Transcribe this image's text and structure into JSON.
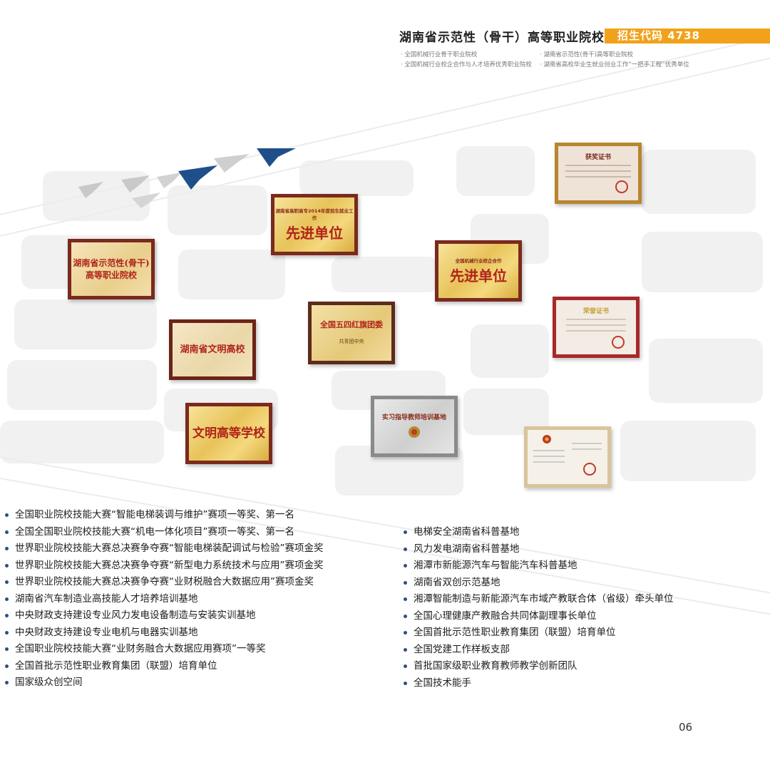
{
  "header": {
    "title": "湖南省示范性（骨干）高等职业院校",
    "enroll_code": "招生代码 4738",
    "subtitles": [
      "· 全国机械行业骨干职业院校",
      "· 湖南省示范性(骨干)高等职业院校",
      "· 全国机械行业校企合作与人才培养优秀职业院校",
      "· 湖南省高校毕业生就业创业工作“一把手工程”优秀单位"
    ]
  },
  "honors": {
    "plaque_model_school": "湖南省示范性(骨干)\n高等职业院校",
    "plaque_advanced_2014_top": "湖南省高职高专2014年度招生就业工作",
    "plaque_advanced_2014": "先进单位",
    "plaque_advanced_xiangtan_top": "全国机械行业校企合作",
    "plaque_advanced_xiangtan": "先进单位",
    "plaque_civilized_univ": "湖南省文明高校",
    "plaque_may_fourth": "全国五四红旗团委",
    "plaque_may_fourth_sub": "共青团中央",
    "plaque_civilized_college": "文明高等学校",
    "plaque_training_base": "实习指导教师培训基地",
    "cert_award": "获奖证书",
    "cert_honor": "荣誉证书"
  },
  "achievements_left": [
    "全国职业院校技能大赛“智能电梯装调与维护”赛项一等奖、第一名",
    "全国全国职业院校技能大赛“机电一体化项目”赛项一等奖、第一名",
    "世界职业院校技能大赛总决赛争夺赛“智能电梯装配调试与检验”赛项金奖",
    "世界职业院校技能大赛总决赛争夺赛“新型电力系统技术与应用”赛项金奖",
    "世界职业院校技能大赛总决赛争夺赛“业财税融合大数据应用”赛项金奖",
    "湖南省汽车制造业高技能人才培养培训基地",
    "中央财政支持建设专业风力发电设备制造与安装实训基地",
    "中央财政支持建设专业电机与电器实训基地",
    "全国职业院校技能大赛“业财务融合大数据应用赛项”一等奖",
    "全国首批示范性职业教育集团（联盟）培育单位",
    "国家级众创空间"
  ],
  "achievements_right": [
    "电梯安全湖南省科普基地",
    "风力发电湖南省科普基地",
    "湘潭市新能源汽车与智能汽车科普基地",
    "湖南省双创示范基地",
    "湘潭智能制造与新能源汽车市域产教联合体（省级）牵头单位",
    "全国心理健康产教融合共同体副理事长单位",
    "全国首批示范性职业教育集团（联盟）培育单位",
    "全国党建工作样板支部",
    "首批国家级职业教育教师教学创新团队",
    "全国技术能手"
  ],
  "footer": {
    "page_number": "06"
  },
  "colors": {
    "accent": "#f1a21a",
    "bullet": "#2b4f86",
    "plaque_frame": "#7a2a1e",
    "plaque_text": "#b0241a"
  }
}
